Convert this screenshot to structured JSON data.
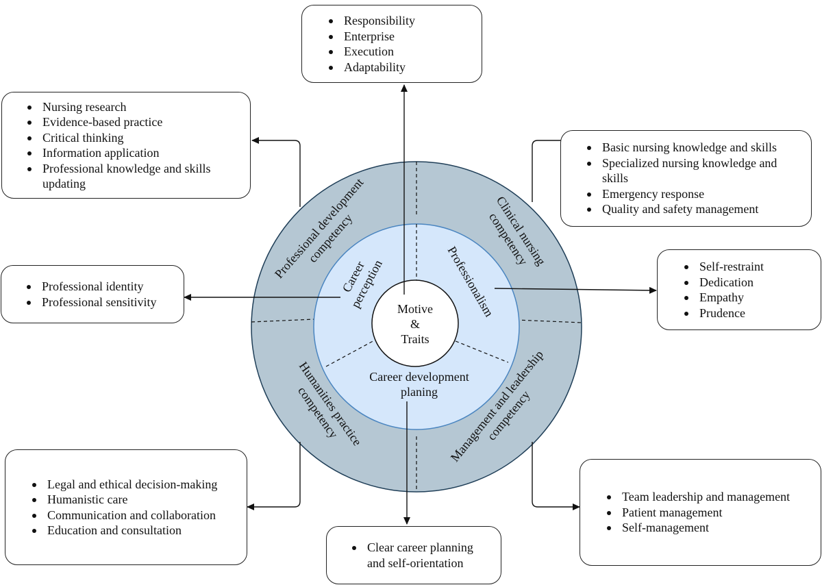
{
  "center": {
    "line1": "Motive",
    "line2": "&",
    "line3": "Traits"
  },
  "inner_ring": {
    "career_perception": [
      "Career",
      "perception"
    ],
    "professionalism": "Professionalism",
    "career_development_planing": [
      "Career development",
      "planing"
    ]
  },
  "outer_ring": {
    "professional_development": [
      "Professional development",
      "competency"
    ],
    "clinical_nursing": [
      "Clinical nursing",
      "competency"
    ],
    "humanities_practice": [
      "Humanities practice",
      "competency"
    ],
    "management_leadership": [
      "Management and leadership",
      "competency"
    ]
  },
  "boxes": {
    "motive_traits": [
      "Responsibility",
      "Enterprise",
      "Execution",
      "Adaptability"
    ],
    "professional_development": [
      "Nursing research",
      "Evidence-based practice",
      "Critical thinking",
      "Information application",
      "Professional knowledge and skills updating"
    ],
    "clinical_nursing": [
      "Basic nursing knowledge and skills",
      "Specialized nursing knowledge and skills",
      "Emergency response",
      "Quality and safety management"
    ],
    "career_perception": [
      "Professional identity",
      "Professional sensitivity"
    ],
    "professionalism": [
      "Self-restraint",
      "Dedication",
      "Empathy",
      "Prudence"
    ],
    "humanities_practice": [
      "Legal and ethical decision-making",
      "Humanistic care",
      "Communication and collaboration",
      "Education and consultation"
    ],
    "management_leadership": [
      "Team leadership and management",
      "Patient management",
      "Self-management"
    ],
    "career_development": [
      "Clear career planning and self-orientation"
    ]
  },
  "colors": {
    "outer_ring": "#b5c7d3",
    "inner_ring": "#d5e7fb",
    "ring_stroke": "#1f3e57",
    "inner_stroke": "#4a85c0"
  }
}
